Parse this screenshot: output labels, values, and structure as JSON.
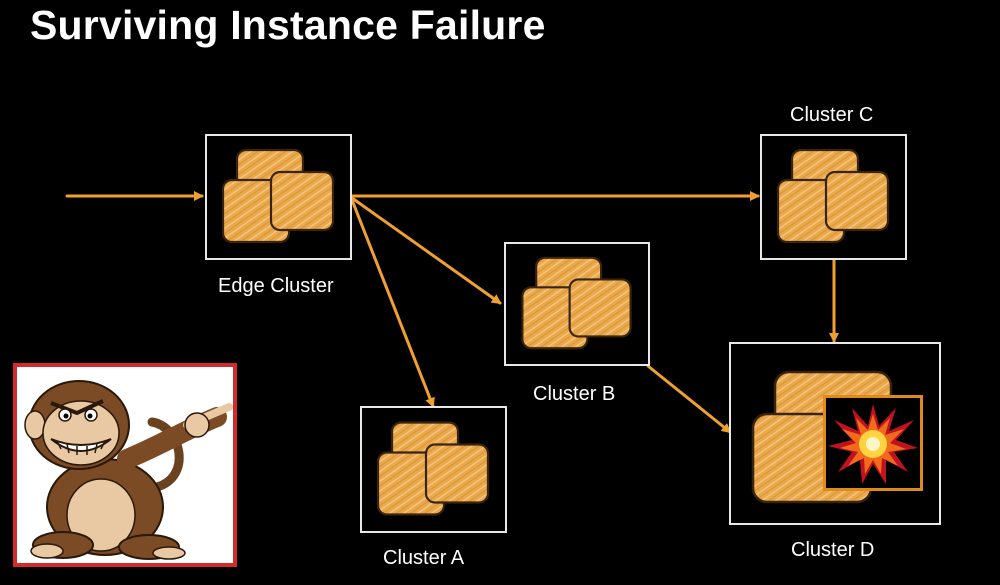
{
  "slide": {
    "title": "Surviving Instance Failure"
  },
  "nodes": {
    "edge": {
      "label": "Edge Cluster"
    },
    "a": {
      "label": "Cluster A"
    },
    "b": {
      "label": "Cluster B"
    },
    "c": {
      "label": "Cluster C"
    },
    "d": {
      "label": "Cluster D",
      "status": "failed"
    }
  },
  "colors": {
    "background": "#000000",
    "arrow": "#f0a030",
    "instance_fill": "#e9a84a",
    "explosion_border": "#e08a1e",
    "monkey_frame": "#d32b2b"
  },
  "icons": {
    "instance": "server-instance-icon",
    "explosion": "explosion-icon",
    "monkey": "chaos-monkey-icon"
  }
}
